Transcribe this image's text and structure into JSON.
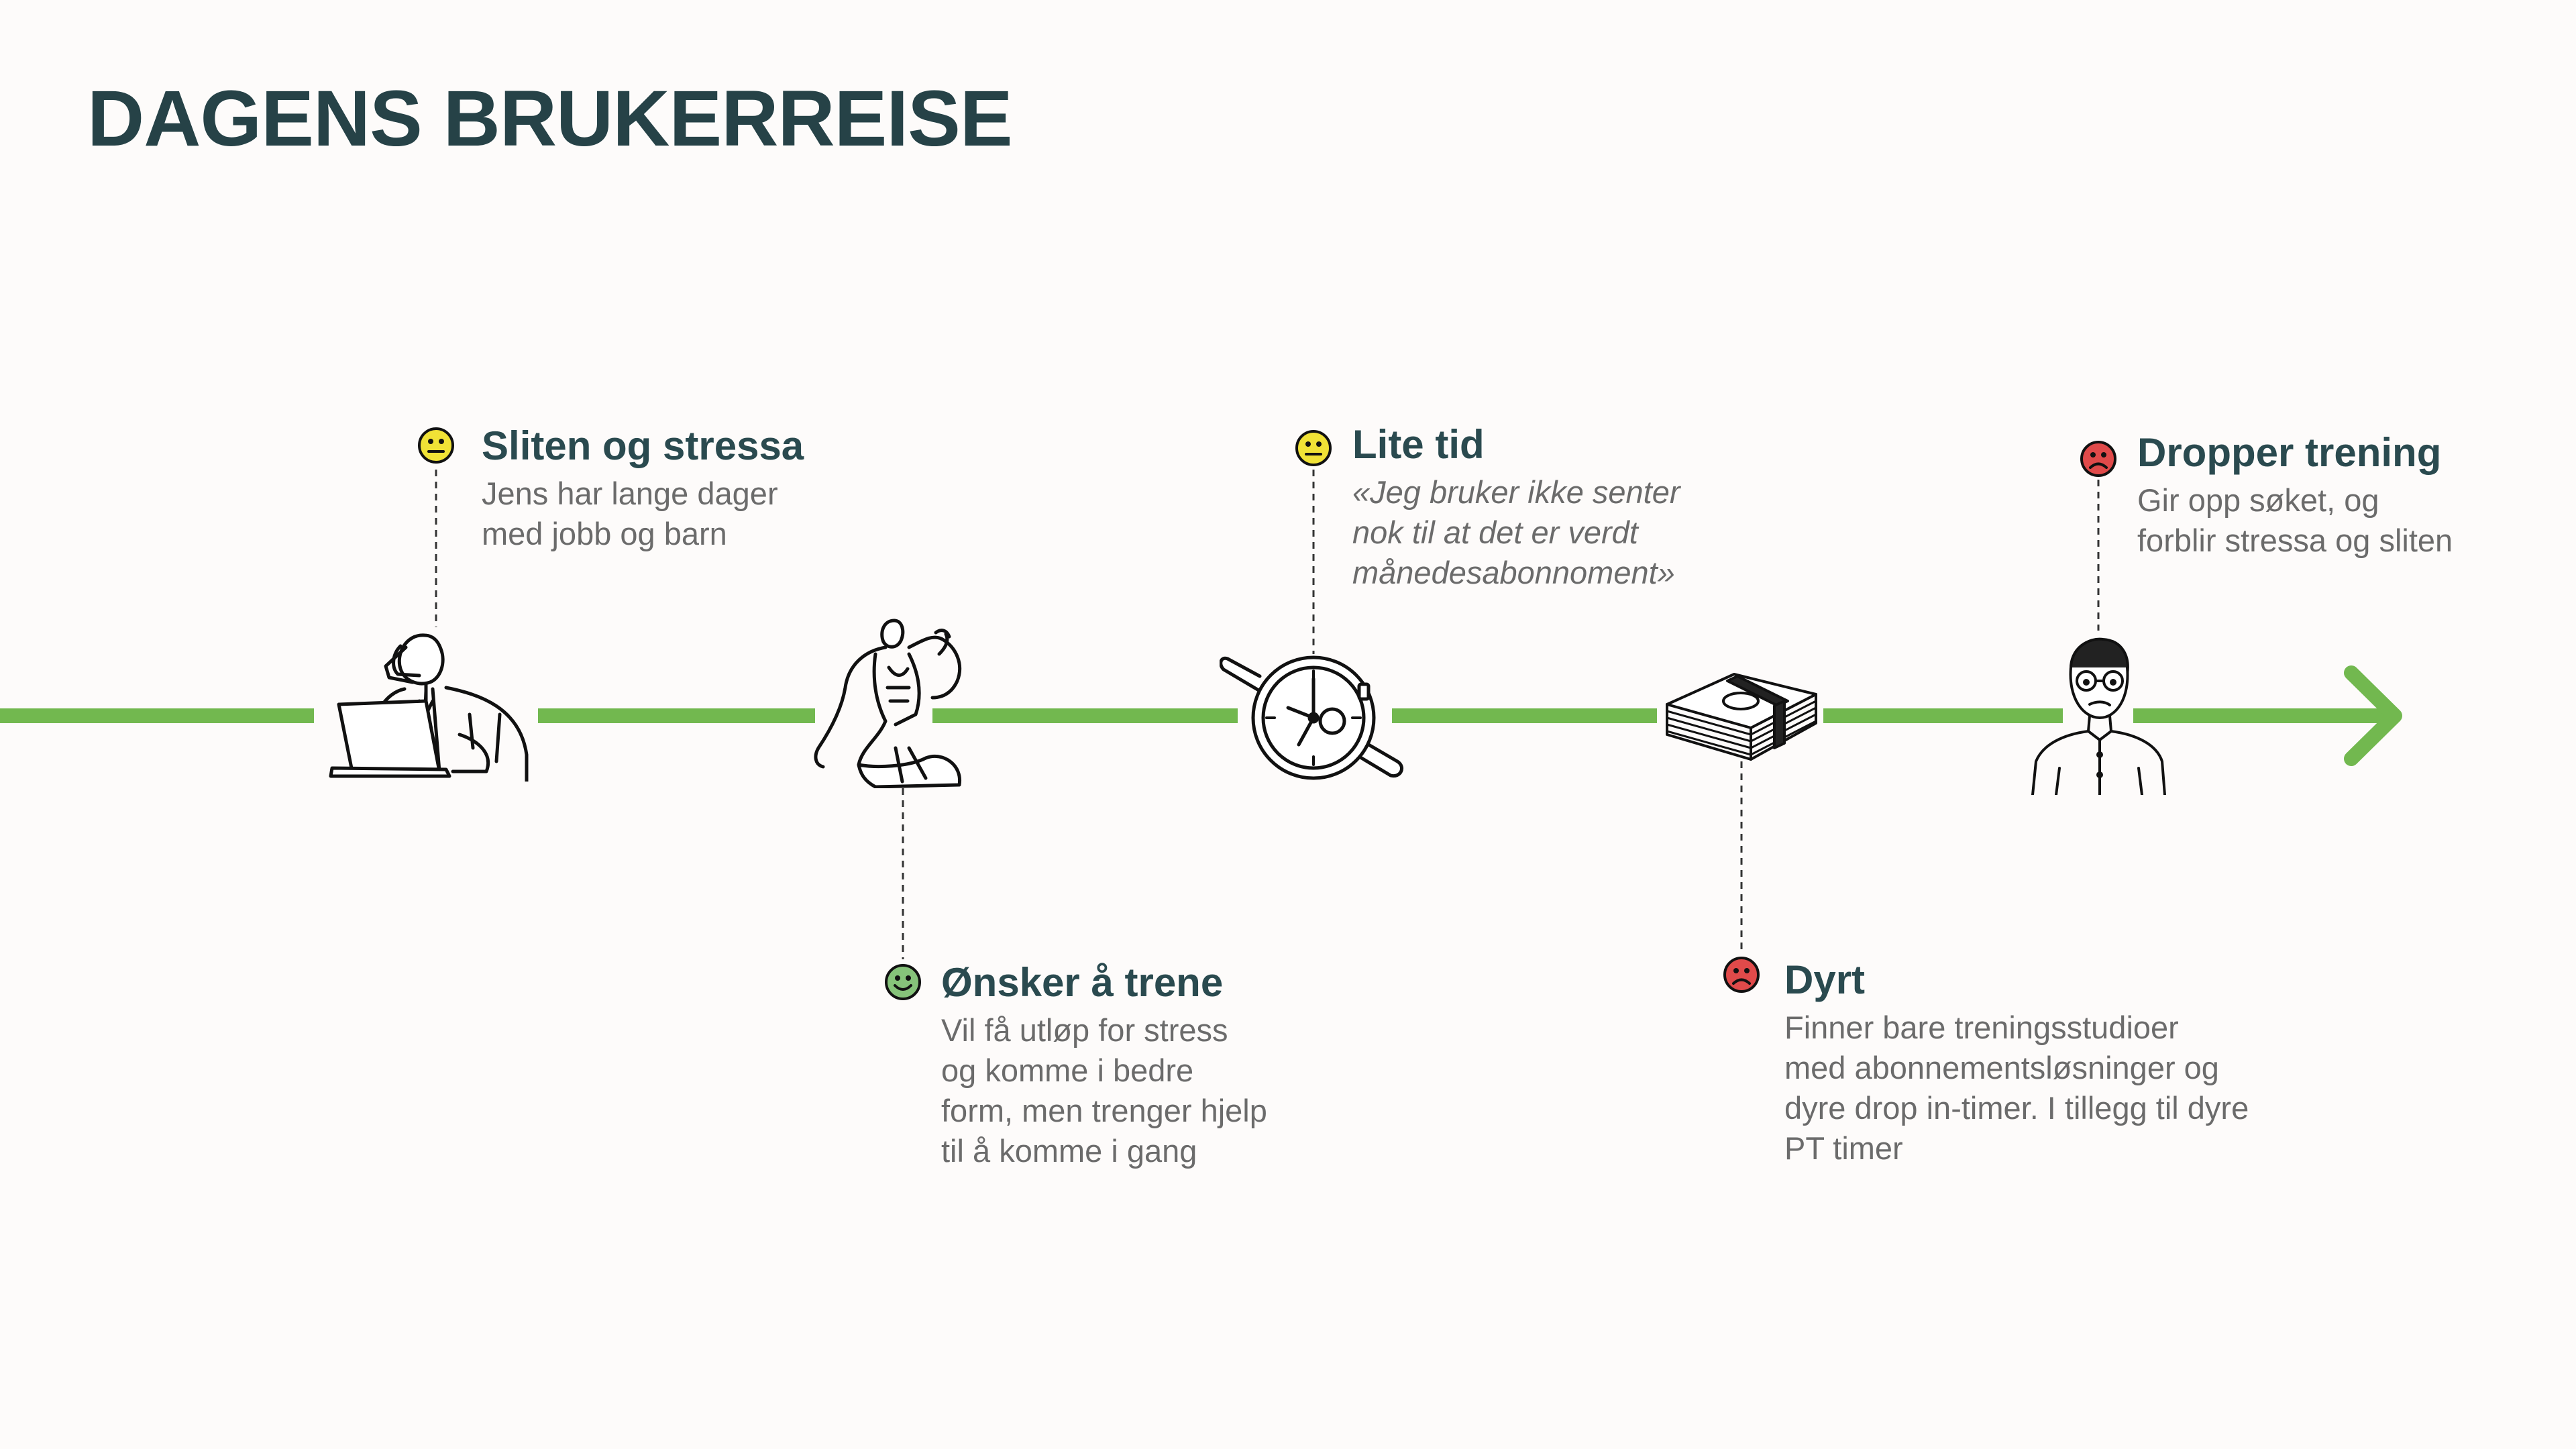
{
  "page": {
    "title": "DAGENS BRUKERREISE"
  },
  "colors": {
    "title": "#264247",
    "line": "#72b84f",
    "neutral_face": "#f0e236",
    "happy_face": "#86c37a",
    "sad_face": "#e04a4a"
  },
  "steps": [
    {
      "title": "Sliten og stressa",
      "description": "Jens har lange dager\nmed jobb og barn",
      "mood": "neutral",
      "icon": "stressed-worker-icon"
    },
    {
      "title": "Ønsker å trene",
      "description": "Vil få utløp for stress\nog komme i bedre\nform, men trenger hjelp\ntil å komme i gang",
      "mood": "happy",
      "icon": "bodybuilder-icon"
    },
    {
      "title": "Lite tid",
      "description": "«Jeg bruker ikke senter\nnok til at det er verdt\nmånedesabonnoment»",
      "mood": "neutral",
      "icon": "wristwatch-icon"
    },
    {
      "title": "Dyrt",
      "description": "Finner bare treningsstudioer\nmed abonnementsløsninger og\ndyre drop in-timer. I tillegg til dyre\nPT timer",
      "mood": "sad",
      "icon": "money-stack-icon"
    },
    {
      "title": "Dropper trening",
      "description": "Gir opp søket, og\nforblir stressa og sliten",
      "mood": "sad",
      "icon": "worried-man-icon"
    }
  ]
}
